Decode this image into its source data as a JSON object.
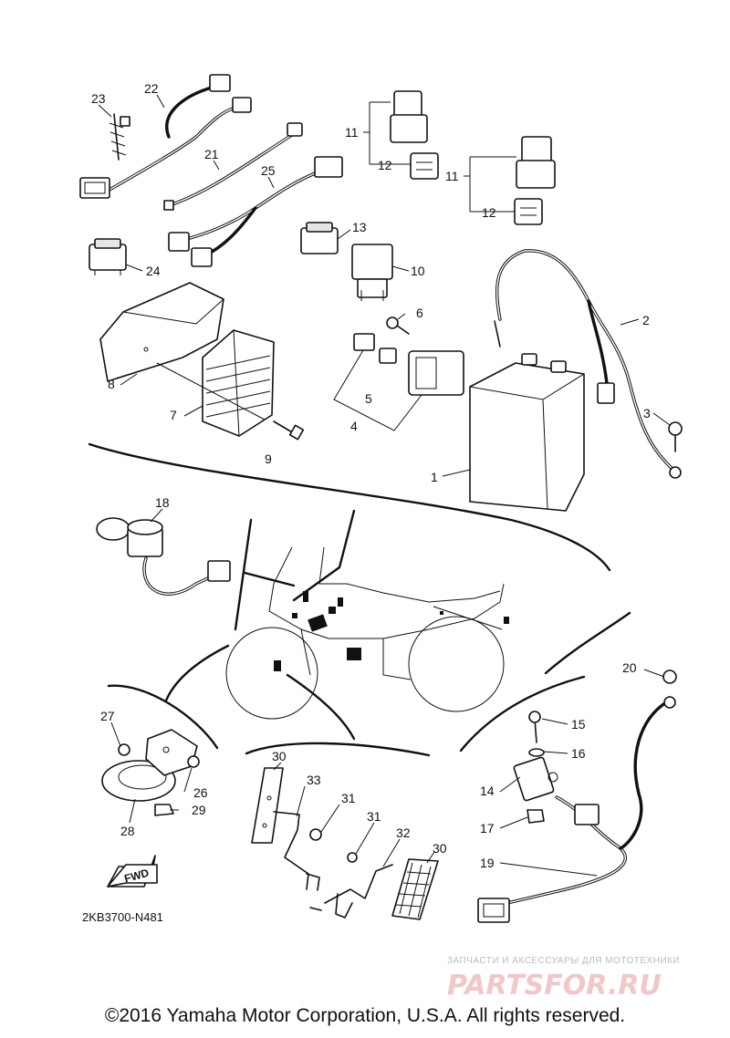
{
  "diagram": {
    "callouts": [
      "1",
      "2",
      "3",
      "4",
      "5",
      "6",
      "7",
      "8",
      "9",
      "10",
      "11",
      "11",
      "12",
      "12",
      "13",
      "14",
      "15",
      "16",
      "17",
      "18",
      "19",
      "20",
      "21",
      "22",
      "23",
      "24",
      "25",
      "26",
      "27",
      "28",
      "29",
      "30",
      "30",
      "31",
      "31",
      "32",
      "33"
    ],
    "fwd_label": "FWD",
    "code": "2KB3700-N481"
  },
  "watermark": {
    "tagline": "ЗАПЧАСТИ И АКСЕССУАРЫ ДЛЯ МОТОТЕХНИКИ",
    "logo": "PARTSFOR.RU"
  },
  "footer": {
    "copyright": "©2016 Yamaha Motor Corporation, U.S.A. All rights reserved."
  }
}
